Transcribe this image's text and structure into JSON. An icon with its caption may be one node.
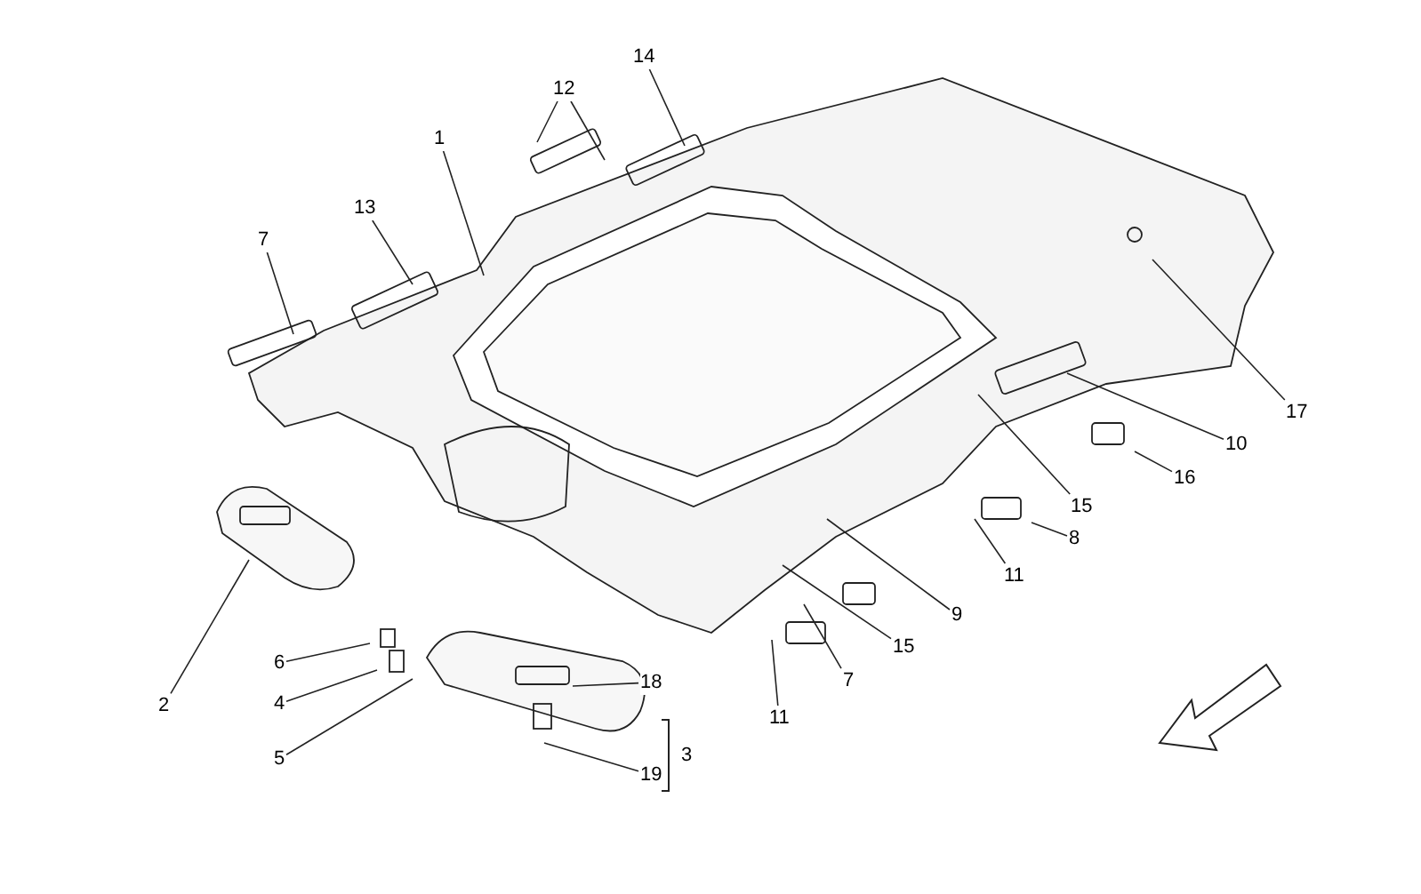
{
  "diagram": {
    "nodes": [
      {
        "text": [
          "14"
        ]
      },
      {
        "text": [
          "12"
        ]
      },
      {
        "text": [
          "1"
        ]
      },
      {
        "text": [
          "13"
        ]
      },
      {
        "text": [
          "7"
        ]
      },
      {
        "text": [
          "17"
        ]
      },
      {
        "text": [
          "10"
        ]
      },
      {
        "text": [
          "16"
        ]
      },
      {
        "text": [
          "15"
        ]
      },
      {
        "text": [
          "8"
        ]
      },
      {
        "text": [
          "11"
        ]
      },
      {
        "text": [
          "9"
        ]
      },
      {
        "text": [
          "15"
        ]
      },
      {
        "text": [
          "6"
        ]
      },
      {
        "text": [
          "7"
        ]
      },
      {
        "text": [
          "18"
        ]
      },
      {
        "text": [
          "4"
        ]
      },
      {
        "text": [
          "2"
        ]
      },
      {
        "text": [
          "11"
        ]
      },
      {
        "text": [
          "3"
        ]
      },
      {
        "text": [
          "5"
        ]
      },
      {
        "text": [
          "19"
        ]
      }
    ],
    "edges": [
      {
        "from": 0,
        "to": null,
        "arrow": "none"
      },
      {
        "from": 1,
        "to": null,
        "arrow": "none"
      },
      {
        "from": 1,
        "to": null,
        "arrow": "none"
      },
      {
        "from": 2,
        "to": null,
        "arrow": "none"
      },
      {
        "from": 3,
        "to": null,
        "arrow": "none"
      },
      {
        "from": 4,
        "to": null,
        "arrow": "none"
      },
      {
        "from": 5,
        "to": null,
        "arrow": "none"
      },
      {
        "from": 6,
        "to": null,
        "arrow": "none"
      },
      {
        "from": 7,
        "to": null,
        "arrow": "none"
      },
      {
        "from": 8,
        "to": null,
        "arrow": "none"
      },
      {
        "from": 9,
        "to": null,
        "arrow": "none"
      },
      {
        "from": 10,
        "to": null,
        "arrow": "none"
      },
      {
        "from": 11,
        "to": null,
        "arrow": "none"
      },
      {
        "from": 12,
        "to": null,
        "arrow": "none"
      },
      {
        "from": 13,
        "to": null,
        "arrow": "none"
      },
      {
        "from": 14,
        "to": null,
        "arrow": "none"
      },
      {
        "from": 15,
        "to": null,
        "arrow": "none"
      },
      {
        "from": 16,
        "to": null,
        "arrow": "none"
      },
      {
        "from": 17,
        "to": null,
        "arrow": "none"
      },
      {
        "from": 18,
        "to": null,
        "arrow": "none"
      },
      {
        "from": 20,
        "to": null,
        "arrow": "none"
      },
      {
        "from": 21,
        "to": null,
        "arrow": "none"
      }
    ]
  }
}
